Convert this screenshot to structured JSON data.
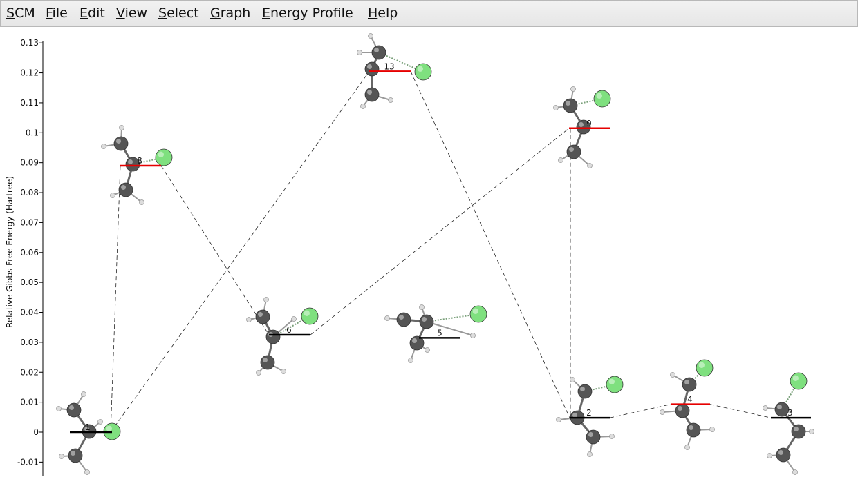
{
  "menubar": {
    "items": [
      {
        "key": "S",
        "rest": "CM"
      },
      {
        "key": "F",
        "rest": "ile"
      },
      {
        "key": "E",
        "rest": "dit"
      },
      {
        "key": "V",
        "rest": "iew"
      },
      {
        "key": "S",
        "rest": "elect"
      },
      {
        "key": "G",
        "rest": "raph"
      },
      {
        "key": "E",
        "rest": "nergy Profile"
      },
      {
        "key": "H",
        "rest": "elp"
      }
    ]
  },
  "colors": {
    "minimum_level": "#000000",
    "transition_level": "#e60000",
    "carbon": "#555555",
    "hydrogen": "#dddddd",
    "chlorine": "#7fe07f",
    "connector": "#222222"
  },
  "chart_data": {
    "type": "energy_profile",
    "ylabel": "Relative Gibbs Free Energy (Hartree)",
    "ylim": [
      -0.01,
      0.13
    ],
    "yticks": [
      "0.13",
      "0.12",
      "0.11",
      "0.1",
      "0.09",
      "0.08",
      "0.07",
      "0.06",
      "0.05",
      "0.04",
      "0.03",
      "0.02",
      "0.01",
      "0",
      "-0.01"
    ],
    "tick_values": [
      0.13,
      0.12,
      0.11,
      0.1,
      0.09,
      0.08,
      0.07,
      0.06,
      0.05,
      0.04,
      0.03,
      0.02,
      0.01,
      0,
      -0.01
    ],
    "states": [
      {
        "label": "1",
        "energy": 0.0,
        "kind": "minimum"
      },
      {
        "label": "8",
        "energy": 0.089,
        "kind": "transition"
      },
      {
        "label": "13",
        "energy": 0.1205,
        "kind": "transition"
      },
      {
        "label": "6",
        "energy": 0.0325,
        "kind": "minimum"
      },
      {
        "label": "5",
        "energy": 0.0315,
        "kind": "minimum"
      },
      {
        "label": "9",
        "energy": 0.1015,
        "kind": "transition"
      },
      {
        "label": "2",
        "energy": 0.0048,
        "kind": "minimum"
      },
      {
        "label": "4",
        "energy": 0.0093,
        "kind": "transition"
      },
      {
        "label": "3",
        "energy": 0.0048,
        "kind": "minimum"
      }
    ],
    "connections": [
      [
        "1",
        "8"
      ],
      [
        "1",
        "13"
      ],
      [
        "8",
        "6"
      ],
      [
        "6",
        "9"
      ],
      [
        "13",
        "2"
      ],
      [
        "9",
        "2"
      ],
      [
        "2",
        "4"
      ],
      [
        "4",
        "3"
      ]
    ]
  }
}
